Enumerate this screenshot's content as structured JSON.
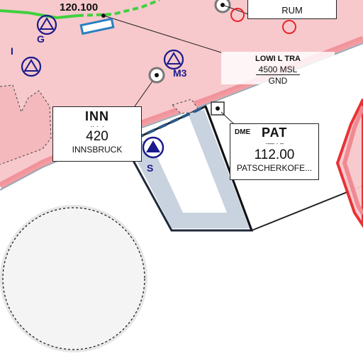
{
  "map": {
    "colors": {
      "airspace_fill": "#f7c9cc",
      "airspace_edge": "#f08a92",
      "ctr_outline": "#2b5a8a",
      "runway_fill": "#c8d3df",
      "restricted_red": "#e8262b",
      "navaid_blue": "#1a1a8c",
      "frequency_green": "#3fd13f"
    },
    "frequency": {
      "label": "120.100"
    },
    "reporting_points": [
      {
        "id": "G",
        "label": "G"
      },
      {
        "id": "I",
        "label": "I"
      },
      {
        "id": "M3",
        "label": "M3"
      },
      {
        "id": "S",
        "label": "S"
      }
    ],
    "rum_box": {
      "label": "RUM"
    },
    "tra_box": {
      "name": "LOWI L TRA",
      "upper": "4500 MSL",
      "lower": "GND"
    },
    "inn_box": {
      "ident": "INN",
      "frequency": "420",
      "name": "INNSBRUCK"
    },
    "pat_box": {
      "type": "DME",
      "ident": "PAT",
      "frequency": "112.00",
      "name": "PATSCHERKOFE..."
    }
  }
}
